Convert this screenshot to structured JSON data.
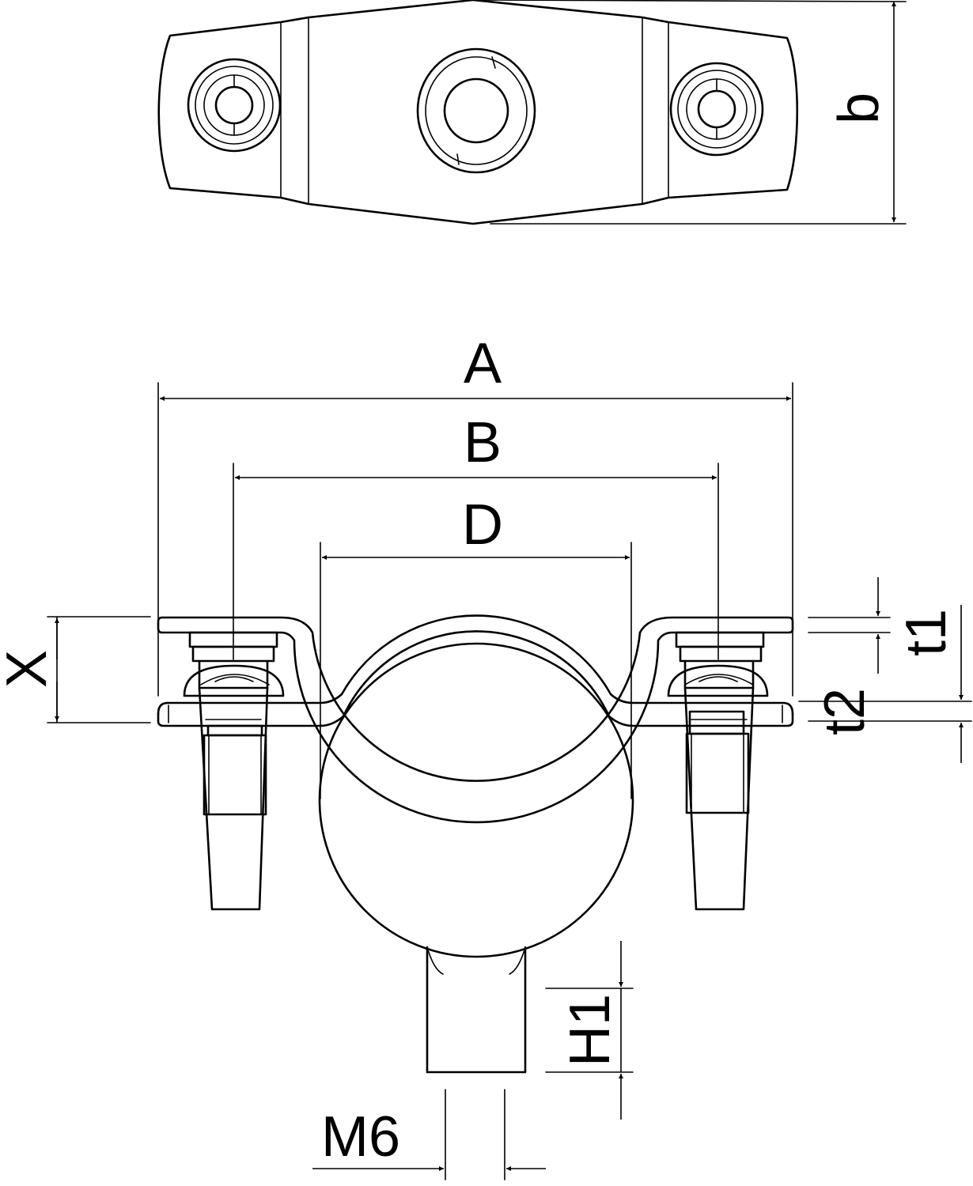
{
  "labels": {
    "b": "b",
    "A": "A",
    "B": "B",
    "D": "D",
    "t1": "t1",
    "X": "X",
    "t2": "t2",
    "H1": "H1",
    "M6": "M6"
  }
}
